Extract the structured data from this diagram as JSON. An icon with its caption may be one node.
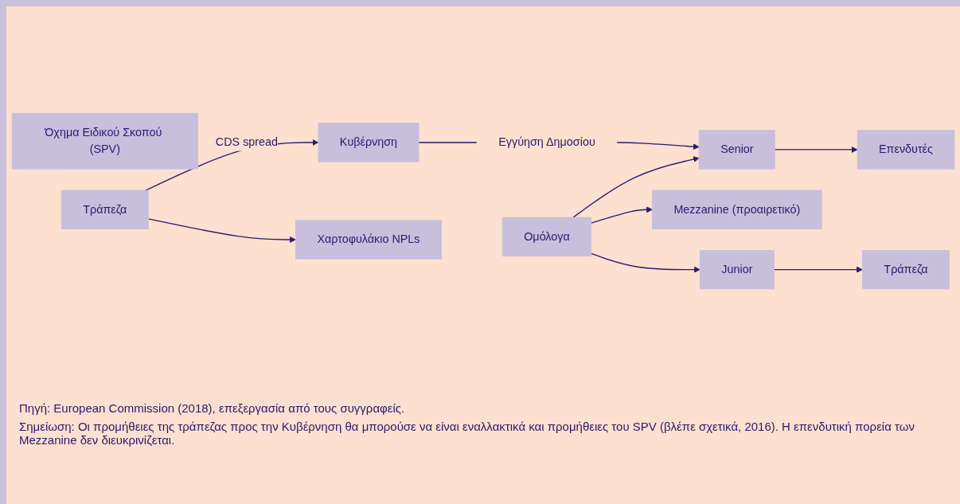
{
  "diagram": {
    "caption": "Πηγή: European Commission (2018), επεξεργασία από τους συγγραφείς.",
    "nodes": [
      {
        "text": [
          "Κυβέρνηση"
        ]
      },
      {
        "text": [
          "Εγγύηση Δημοσίου"
        ]
      },
      {
        "text": [
          "Όχημα Ειδικού Σκοπού (SPV)"
        ]
      },
      {
        "text": [
          "Τράπεζα"
        ]
      },
      {
        "text": [
          "Χαρτοφυλάκιο NPLs"
        ]
      },
      {
        "text": [
          "Ομόλογα"
        ]
      },
      {
        "text": [
          "Senior"
        ]
      },
      {
        "text": [
          "Mezzanine (προαιρετικό)"
        ]
      },
      {
        "text": [
          "Junior"
        ]
      },
      {
        "text": [
          "Επενδυτές"
        ]
      },
      {
        "text": [
          "Τράπεζα"
        ]
      }
    ],
    "edges": [
      {
        "from": 0,
        "to": 1,
        "arrow": "none"
      },
      {
        "from": 1,
        "to": 6,
        "arrow": "to"
      },
      {
        "from": 3,
        "to": 0,
        "arrow": "to",
        "label": "CDS spread"
      },
      {
        "from": 3,
        "to": 4,
        "arrow": "to"
      },
      {
        "from": 5,
        "to": 6,
        "arrow": "to"
      },
      {
        "from": 5,
        "to": 7,
        "arrow": "to"
      },
      {
        "from": 5,
        "to": 8,
        "arrow": "to"
      },
      {
        "from": 6,
        "to": 9,
        "arrow": "to"
      },
      {
        "from": 8,
        "to": 10,
        "arrow": "to"
      }
    ],
    "labels": [
      "Σημείωση: Οι προμήθειες της τράπεζας προς την Κυβέρνηση θα μπορούσε να είναι εναλλακτικά και προμήθειες του SPV (βλέπε σχετικά, 2016). Η επενδυτική πορεία των Mezzanine δεν διευκρινίζεται."
    ]
  }
}
